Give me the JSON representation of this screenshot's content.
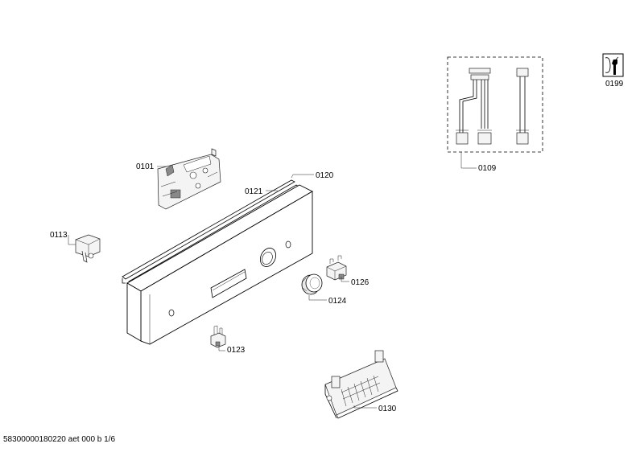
{
  "labels": {
    "p0101": "0101",
    "p0109": "0109",
    "p0113": "0113",
    "p0120": "0120",
    "p0121": "0121",
    "p0123": "0123",
    "p0124": "0124",
    "p0126": "0126",
    "p0130": "0130",
    "p0199": "0199"
  },
  "footer": "58300000180220 aet 000 b 1/6",
  "icons": {
    "service": "repair-manual-wrench-icon"
  }
}
